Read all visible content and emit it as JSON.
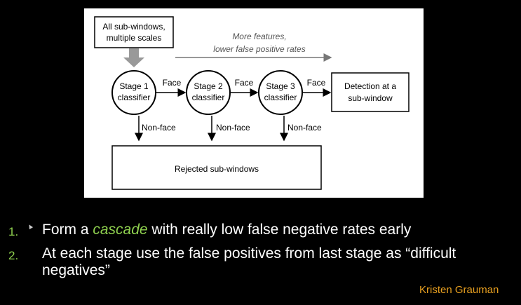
{
  "diagram": {
    "input_box": [
      "All sub-windows,",
      "multiple scales"
    ],
    "top_annotation": [
      "More features,",
      "lower false positive rates"
    ],
    "stages": [
      {
        "line1": "Stage 1",
        "line2": "classifier"
      },
      {
        "line1": "Stage 2",
        "line2": "classifier"
      },
      {
        "line1": "Stage 3",
        "line2": "classifier"
      }
    ],
    "face_label": "Face",
    "nonface_label": "Non-face",
    "output_box": [
      "Detection at a",
      "sub-window"
    ],
    "rejected_box": "Rejected sub-windows"
  },
  "bullets": [
    {
      "number": "1.",
      "before": "Form a ",
      "emph": "cascade",
      "after": " with really low false negative rates early"
    },
    {
      "number": "2.",
      "text": "At each stage use the false positives from last stage as “difficult negatives”"
    }
  ],
  "credit": "Kristen Grauman",
  "colors": {
    "background": "#000000",
    "accent_green": "#8fd14f",
    "credit_orange": "#e8a020"
  }
}
